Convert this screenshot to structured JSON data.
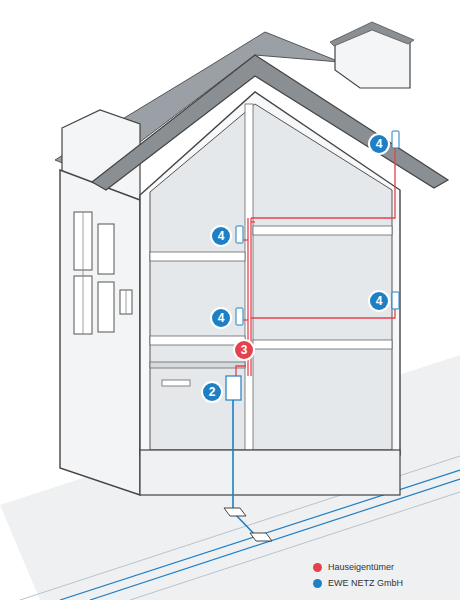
{
  "diagram": {
    "labels": [
      "4",
      "4",
      "4",
      "4",
      "3",
      "2"
    ],
    "legend": [
      {
        "text": "Hauseigentümer",
        "color": "#e6414f"
      },
      {
        "text": "EWE NETZ GmbH",
        "color": "#1f7fc4"
      }
    ]
  }
}
